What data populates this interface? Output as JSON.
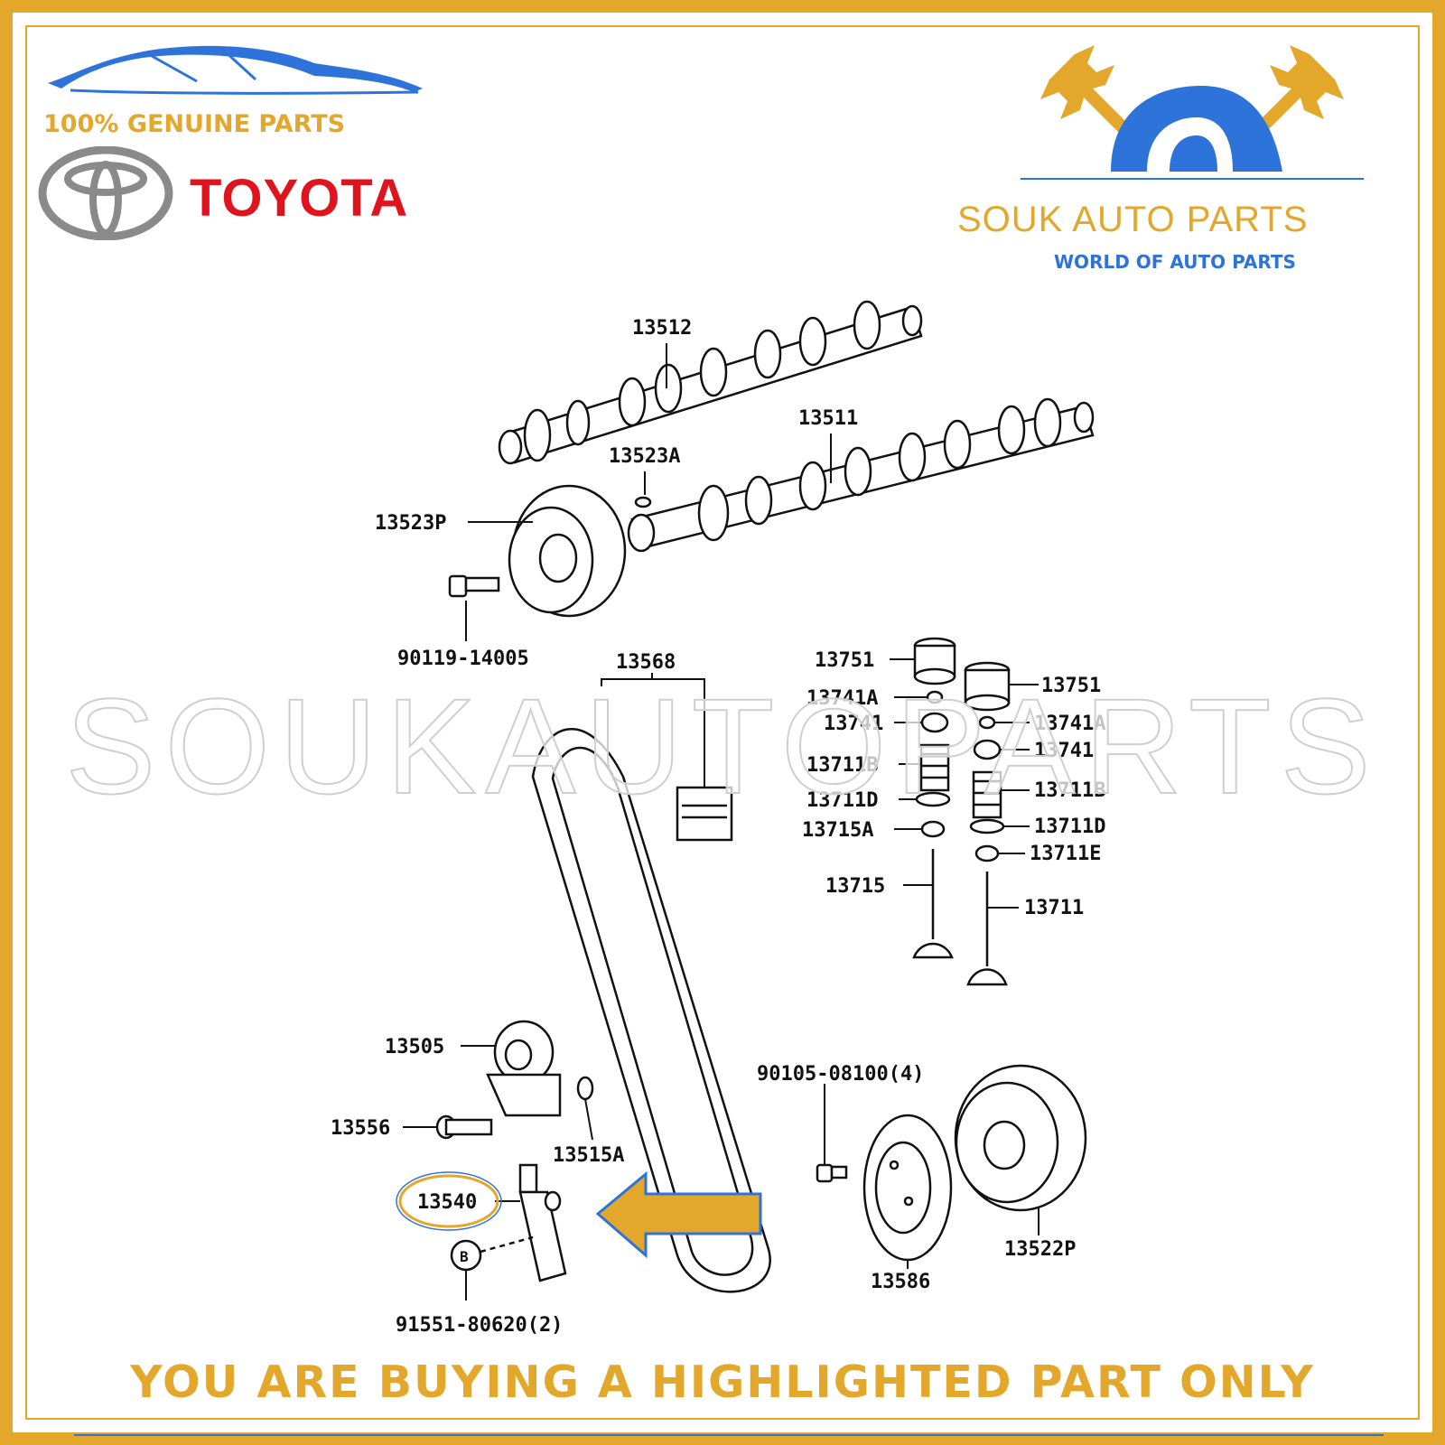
{
  "brand": {
    "genuine_text": "100% GENUINE PARTS",
    "toyota_text": "TOYOTA",
    "shop_name": "SOUK AUTO PARTS",
    "shop_tagline": "WORLD OF AUTO PARTS",
    "watermark": "SOUKAUTOPARTS"
  },
  "colors": {
    "frame": "#E3A82B",
    "toyota_red": "#E0141E",
    "shop_blue": "#2E73D9",
    "highlight_arrow": "#E3A82B"
  },
  "parts": {
    "p13512": "13512",
    "p13511": "13511",
    "p13523A": "13523A",
    "p13523P": "13523P",
    "p90119": "90119-14005",
    "p13568": "13568",
    "p13751_left": "13751",
    "p13751_right": "13751",
    "p13741A_left": "13741A",
    "p13741_left": "13741",
    "p13741A_right": "13741A",
    "p13741_right": "13741",
    "p13711B_left": "13711B",
    "p13711D_left": "13711D",
    "p13715A": "13715A",
    "p13711B_right": "13711B",
    "p13711D_right": "13711D",
    "p13711E": "13711E",
    "p13715": "13715",
    "p13711": "13711",
    "p13505": "13505",
    "p13556": "13556",
    "p13515A": "13515A",
    "p13540": "13540",
    "p91551": "91551-80620(2)",
    "p90105": "90105-08100(4)",
    "p13586": "13586",
    "p13522P": "13522P",
    "bolt_marker": "B"
  },
  "highlighted_part": "13540",
  "footer_text": "YOU ARE BUYING A HIGHLIGHTED PART ONLY"
}
